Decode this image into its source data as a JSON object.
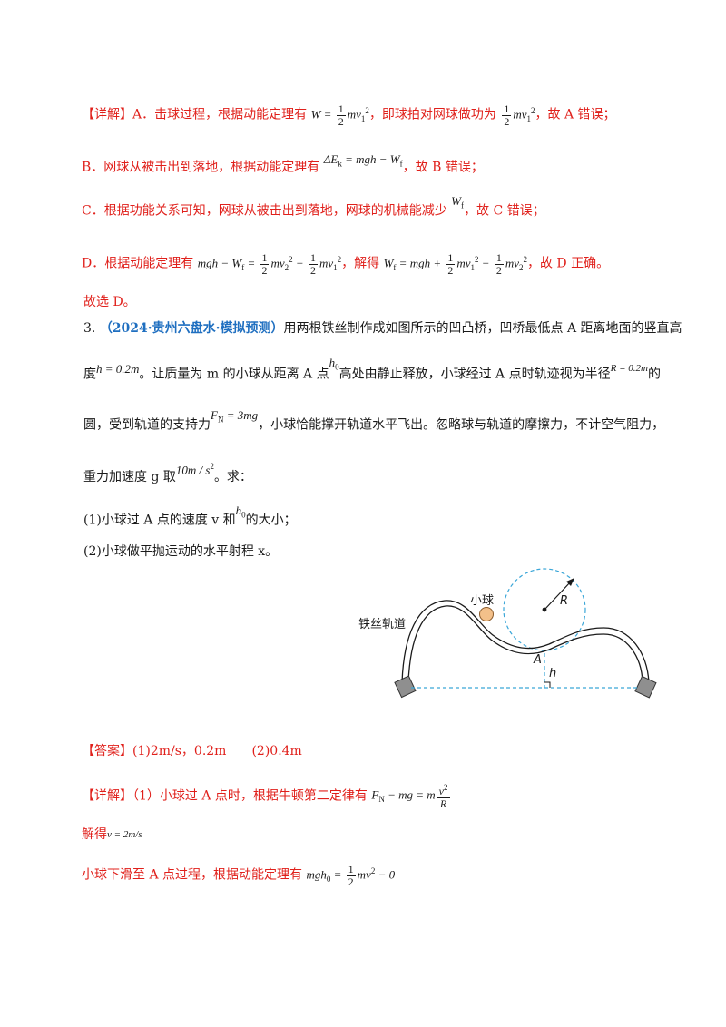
{
  "detail1": {
    "tag": "【详解】",
    "a_pre": "A．击球过程，根据动能定理有",
    "a_mid": "，即球拍对网球做功为",
    "a_post": "，故 A 错误；"
  },
  "lineB": {
    "pre": "B．网球从被击出到落地，根据动能定理有",
    "post": "，故 B 错误；"
  },
  "lineC": {
    "pre": "C．根据功能关系可知，网球从被击出到落地，网球的机械能减少",
    "post": "，故 C 错误；"
  },
  "lineD": {
    "pre": "D．根据动能定理有",
    "mid": "，解得",
    "post": "，故 D 正确。"
  },
  "choose": "故选 D。",
  "q3": {
    "num": "3.",
    "source": "（2024·贵州六盘水·模拟预测）",
    "p1": "用两根铁丝制作成如图所示的凹凸桥，凹桥最低点 A 距离地面的竖直高",
    "p2a": "度",
    "p2b": "。让质量为 m 的小球从距离 A 点",
    "p2c": "高处由静止释放，小球经过 A 点时轨迹视为半径",
    "p2d": "的",
    "p3a": "圆，受到轨道的支持力",
    "p3b": "，小球恰能撑开轨道水平飞出。忽略球与轨道的摩擦力，不计空气阻力，",
    "p4a": "重力加速度 g 取",
    "p4b": "。求：",
    "s1": "(1)小球过 A 点的速度 v 和",
    "s1b": "的大小；",
    "s2": "(2)小球做平抛运动的水平射程 x。"
  },
  "figure": {
    "label_track": "铁丝轨道",
    "label_ball": "小球",
    "label_R": "R",
    "label_A": "A",
    "label_h": "h"
  },
  "answer": {
    "tag": "【答案】",
    "text": "(1)2m/s，0.2m　　(2)0.4m"
  },
  "detail2": {
    "tag": "【详解】",
    "l1": "（1）小球过 A 点时，根据牛顿第二定律有",
    "l2": "解得",
    "l3": "小球下滑至 A 点过程，根据动能定理有"
  },
  "colors": {
    "red": "#e0201b",
    "blue": "#1f6fc0",
    "dash": "#3aa6d8"
  }
}
